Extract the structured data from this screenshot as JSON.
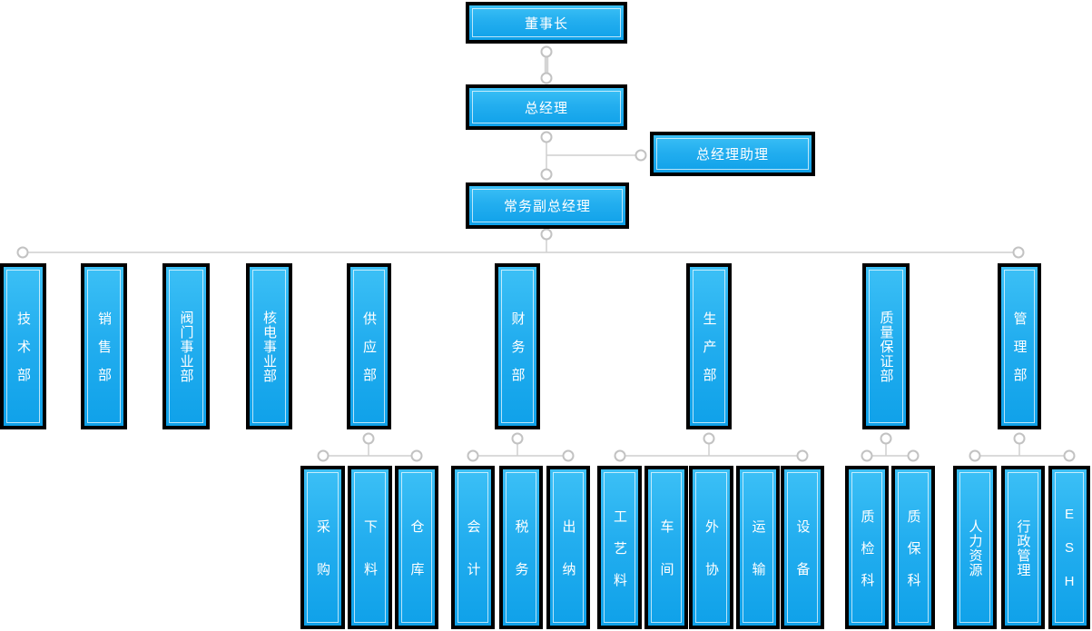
{
  "colors": {
    "background": "#ffffff",
    "node_fill_top": "#3cc0f6",
    "node_fill_bottom": "#0fa1e9",
    "node_border": "#000000",
    "node_inner_stroke": "#b3e5fb",
    "node_text": "#ffffff",
    "connector_line": "#cfcfcf",
    "connector_thick_line": "#d4d4d4",
    "connector_dot_fill": "#ffffff",
    "connector_dot_stroke": "#c2c2c2"
  },
  "org": {
    "chairman": {
      "label": "董事长"
    },
    "general_manager": {
      "label": "总经理"
    },
    "gm_assistant": {
      "label": "总经理助理"
    },
    "deputy_gm": {
      "label": "常务副总经理"
    },
    "departments": [
      {
        "label": "技术部",
        "children": []
      },
      {
        "label": "销售部",
        "children": []
      },
      {
        "label": "阀门事业部",
        "children": []
      },
      {
        "label": "核电事业部",
        "children": []
      },
      {
        "label": "供应部",
        "children": [
          {
            "label": "采购"
          },
          {
            "label": "下料"
          },
          {
            "label": "仓库"
          }
        ]
      },
      {
        "label": "财务部",
        "children": [
          {
            "label": "会计"
          },
          {
            "label": "税务"
          },
          {
            "label": "出纳"
          }
        ]
      },
      {
        "label": "生产部",
        "children": [
          {
            "label": "工艺料"
          },
          {
            "label": "车间"
          },
          {
            "label": "外协"
          },
          {
            "label": "运输"
          },
          {
            "label": "设备"
          }
        ]
      },
      {
        "label": "质量保证部",
        "children": [
          {
            "label": "质检科"
          },
          {
            "label": "质保科"
          }
        ]
      },
      {
        "label": "管理部",
        "children": [
          {
            "label": "人力资源"
          },
          {
            "label": "行政管理"
          },
          {
            "label": "ESH"
          }
        ]
      }
    ]
  }
}
